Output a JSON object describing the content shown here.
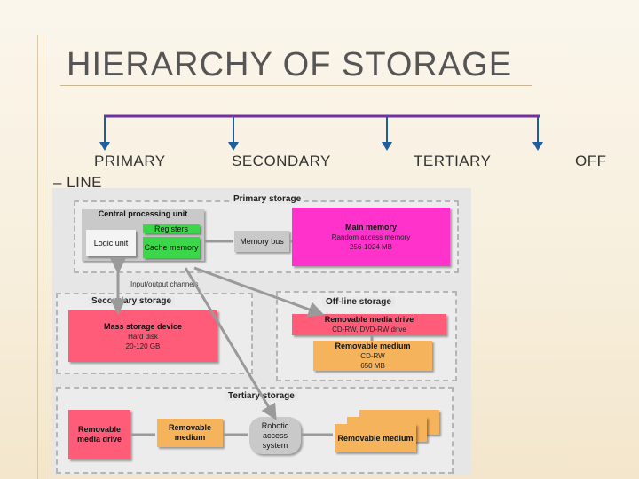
{
  "title": "HIERARCHY OF STORAGE",
  "categories": {
    "primary_line1": "PRIMARY",
    "primary_line2": "– LINE",
    "secondary": "SECONDARY",
    "tertiary": "TERTIARY",
    "off": "OFF"
  },
  "colors": {
    "bracket": "#7030a0",
    "arrow": "#1f5e9e"
  },
  "diagram": {
    "primary_storage": "Primary storage",
    "central_processing_unit": "Central processing unit",
    "registers": "Registers",
    "logic_unit": "Logic unit",
    "cache_memory": "Cache memory",
    "memory_bus": "Memory bus",
    "main_memory": "Main memory",
    "main_memory_sub1": "Random access memory",
    "main_memory_sub2": "256-1024 MB",
    "io_channels": "Input/output channels",
    "secondary_storage": "Secondary storage",
    "mass_storage_device": "Mass storage device",
    "mass_storage_sub1": "Hard disk",
    "mass_storage_sub2": "20-120 GB",
    "offline_storage": "Off-line storage",
    "removable_media_drive_off": "Removable media drive",
    "removable_media_drive_off_sub": "CD-RW, DVD-RW drive",
    "removable_medium_off": "Removable medium",
    "removable_medium_off_sub1": "CD-RW",
    "removable_medium_off_sub2": "650 MB",
    "tertiary_storage": "Tertiary storage",
    "removable_media_drive_ter": "Removable media drive",
    "removable_medium_ter": "Removable medium",
    "robotic_access_system": "Robotic access system",
    "removable_medium_stack": "Removable medium"
  }
}
